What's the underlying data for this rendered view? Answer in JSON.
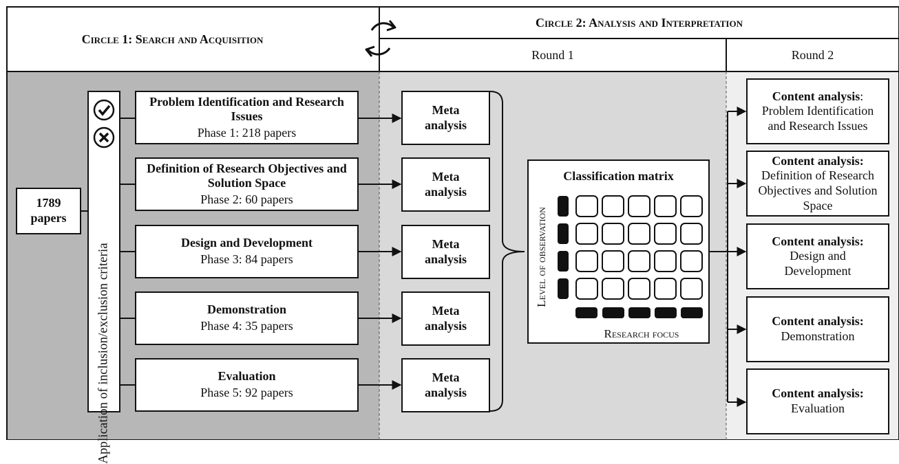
{
  "header": {
    "circle1": "Circle 1: Search and Acquisition",
    "circle2": "Circle 2: Analysis and Interpretation",
    "round1": "Round 1",
    "round2": "Round 2"
  },
  "papers_box": {
    "count": "1789",
    "unit": "papers"
  },
  "criteria_label": "Application of inclusion/exclusion criteria",
  "phases": [
    {
      "title": "Problem Identification and Research Issues",
      "count": "Phase 1: 218 papers"
    },
    {
      "title": "Definition of Research Objectives and Solution Space",
      "count": "Phase 2: 60 papers"
    },
    {
      "title": "Design and Development",
      "count": "Phase 3: 84 papers"
    },
    {
      "title": "Demonstration",
      "count": "Phase 4: 35 papers"
    },
    {
      "title": "Evaluation",
      "count": "Phase 5: 92 papers"
    }
  ],
  "meta_label": "Meta analysis",
  "matrix": {
    "title": "Classification matrix",
    "y_label": "Level of observation",
    "x_label": "Research focus"
  },
  "content_analysis": [
    {
      "bold": "Content analysis",
      "rest": ": Problem Identification and Research Issues"
    },
    {
      "bold": "Content analysis:",
      "rest": "Definition of Research Objectives and Solution Space"
    },
    {
      "bold": "Content analysis:",
      "rest": "Design and Development"
    },
    {
      "bold": "Content analysis:",
      "rest": "Demonstration"
    },
    {
      "bold": "Content analysis:",
      "rest": "Evaluation"
    }
  ],
  "colors": {
    "circle1_bg": "#b7b7b7",
    "round1_bg": "#d9d9d9",
    "round2_bg": "#efefef",
    "ink": "#111111"
  },
  "icons": [
    "cycle-arrows-icon",
    "check-circle-icon",
    "x-circle-icon"
  ]
}
